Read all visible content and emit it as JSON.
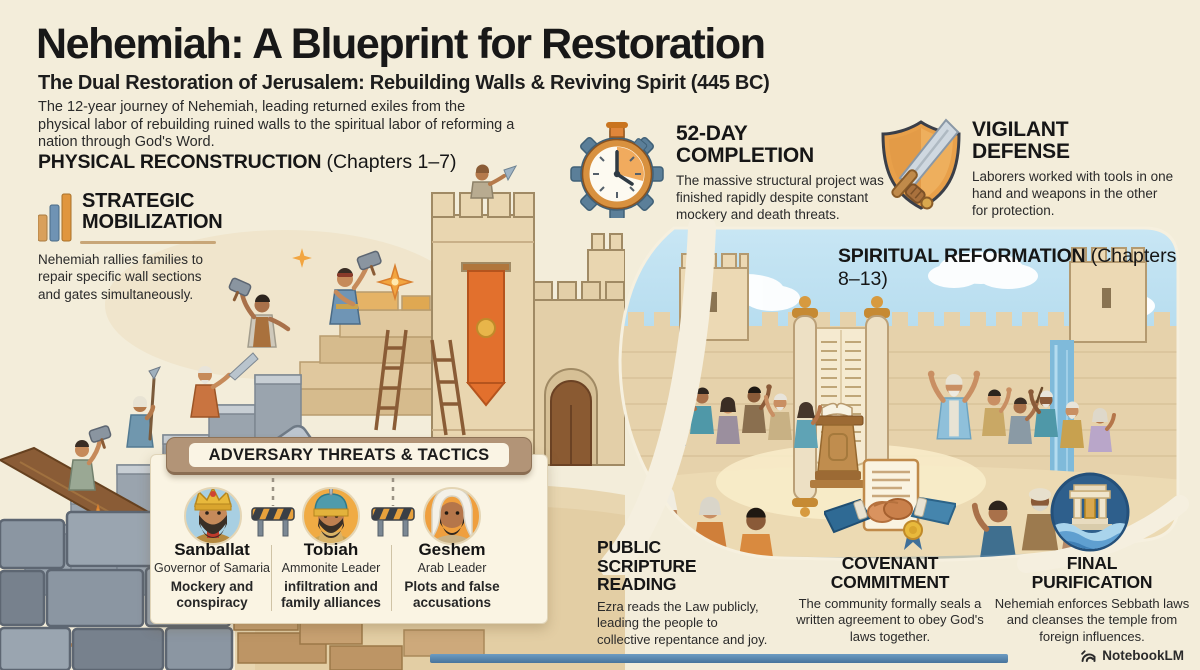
{
  "header": {
    "title": "Nehemiah: A Blueprint for Restoration",
    "subtitle": "The Dual Restoration of Jerusalem: Rebuilding Walls & Reviving Spirit (445 BC)",
    "description": "The 12-year journey of Nehemiah, leading returned exiles from the physical labor of rebuilding ruined walls to the spiritual labor of reforming a nation through God's Word."
  },
  "physical": {
    "heading": "PHYSICAL RECONSTRUCTION",
    "chapters": "(Chapters 1–7)",
    "strategic": {
      "title_lines": [
        "STRATEGIC",
        "MOBILIZATION"
      ],
      "description": "Nehemiah rallies families to repair specific wall sections and gates simultaneously."
    }
  },
  "callouts": [
    {
      "icon": "stopwatch-gear-icon",
      "title_lines": [
        "52-DAY",
        "COMPLETION"
      ],
      "description": "The massive structural project was finished rapidly despite constant mockery and death threats."
    },
    {
      "icon": "shield-sword-icon",
      "title_lines": [
        "VIGILANT",
        "DEFENSE"
      ],
      "description": "Laborers worked with tools in one hand and weapons in the other for protection."
    }
  ],
  "spiritual": {
    "heading": "SPIRITUAL REFORMATION",
    "chapters": "(Chapters 8–13)",
    "items": [
      {
        "icon": "open-scroll-scene",
        "title_lines": [
          "PUBLIC",
          "SCRIPTURE",
          "READING"
        ],
        "description": "Ezra reads the Law publicly, leading the people to collective repentance and joy."
      },
      {
        "icon": "handshake-contract-icon",
        "title_lines": [
          "COVENANT",
          "COMMITMENT"
        ],
        "description": "The community formally seals a written agreement to obey God's laws together."
      },
      {
        "icon": "temple-waves-icon",
        "title_lines": [
          "FINAL",
          "PURIFICATION"
        ],
        "description": "Nehemiah enforces Sebbath laws and cleanses the temple from foreign influences."
      }
    ]
  },
  "adversaries": {
    "banner": "ADVERSARY THREATS & TACTICS",
    "items": [
      {
        "portrait": "king-crown-portrait",
        "name": "Sanballat",
        "role": "Governor of Samaria",
        "tactic": "Mockery and conspiracy"
      },
      {
        "portrait": "helmeted-warrior-portrait",
        "name": "Tobiah",
        "role": "Ammonite Leader",
        "tactic": "infiltration and family alliances"
      },
      {
        "portrait": "keffiyeh-man-portrait",
        "name": "Geshem",
        "role": "Arab Leader",
        "tactic": "Plots and false accusations"
      }
    ],
    "divider_icon": "barricade-icon"
  },
  "footer": {
    "brand": "NotebookLM",
    "logo": "notebooklm-arc-logo"
  },
  "colors": {
    "background": "#f3edda",
    "ink": "#181818",
    "accent_orange": "#e0963e",
    "accent_blue": "#5b7f99",
    "sky": "#a9d3e8",
    "stone_tan": "#e6d2ab",
    "stone_gray": "#8b96a2",
    "card": "#faf4e3",
    "banner_tan": "#b29477"
  }
}
